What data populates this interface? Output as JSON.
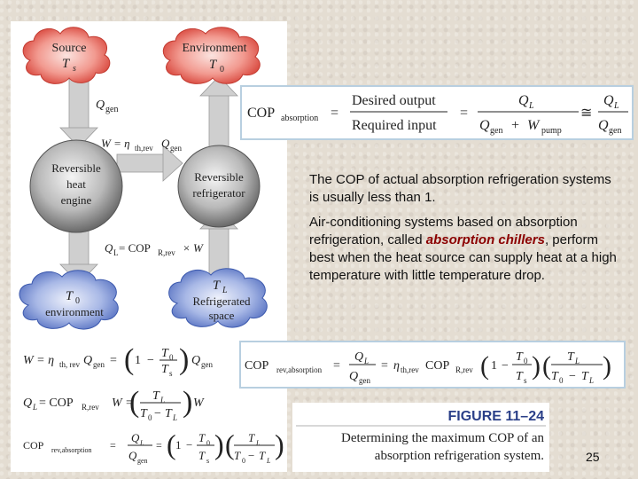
{
  "diagram": {
    "source_label": "Source",
    "source_var": "T",
    "source_sub": "s",
    "environment_label": "Environment",
    "environment_var": "T",
    "environment_sub": "0",
    "qgen_var": "Q",
    "qgen_sub": "gen",
    "w_lhs": "W = η",
    "w_lhs_sub": "th,rev",
    "w_rhs": "Q",
    "w_rhs_sub": "gen",
    "engine_line1": "Reversible",
    "engine_line2": "heat",
    "engine_line3": "engine",
    "refrig_line1": "Reversible",
    "refrig_line2": "refrigerator",
    "ql_lhs": "Q",
    "ql_lhs_sub": "L",
    "ql_mid": " = COP",
    "ql_mid_sub": "R,rev",
    "ql_rhs": " × W",
    "env_bottom_var": "T",
    "env_bottom_sub": "0",
    "env_bottom_label": "environment",
    "refspace_var": "T",
    "refspace_sub": "L",
    "refspace_line1": "Refrigerated",
    "refspace_line2": "space"
  },
  "equations": {
    "cop_absorption_label": "COP",
    "cop_absorption_sub": "absorption",
    "desired_output": "Desired output",
    "required_input": "Required input",
    "ql": "Q",
    "ql_sub": "L",
    "qgen": "Q",
    "qgen_sub": "gen",
    "wpump": "W",
    "wpump_sub": "pump",
    "approx": "≅",
    "eq": "=",
    "plus": "+",
    "w_eq_lhs": "W = η",
    "w_eq_sub": "th, rev",
    "w_eq_q": "Q",
    "w_eq_qsub": "gen",
    "one": "1",
    "minus": "−",
    "t0": "T",
    "t0_sub": "0",
    "ts": "T",
    "ts_sub": "s",
    "ql_eq_lhs": "Q",
    "ql_eq_lsub": "L",
    "ql_eq_mid": " = COP",
    "ql_eq_msub": "R,rev",
    "w_var": "W",
    "w_eq": "W =",
    "tl": "T",
    "tl_sub": "L",
    "cop_rev_abs": "COP",
    "cop_rev_abs_sub": "rev,absorption",
    "eta": "η",
    "eta_sub": "th,rev",
    "cop_r": "COP",
    "cop_r_sub": "R,rev",
    "paren_open": "(",
    "paren_close": ")"
  },
  "text": {
    "para1": "The COP of actual absorption refrigeration systems is usually less than 1.",
    "para2_a": "Air-conditioning systems based on absorption refrigeration, called ",
    "para2_em": "absorption chillers",
    "para2_b": ", perform best when the heat source can supply heat at a high temperature with little temperature drop."
  },
  "figure": {
    "label": "FIGURE 11–24",
    "caption_line1": "Determining the maximum COP of an",
    "caption_line2": "absorption refrigeration system."
  },
  "page_number": "25",
  "colors": {
    "source_red": "#e0443a",
    "env_blue": "#5c78c8",
    "arrow_gray": "#c9c9c9",
    "box_border": "#b8cfe0",
    "chillers_red": "#8b0000"
  }
}
